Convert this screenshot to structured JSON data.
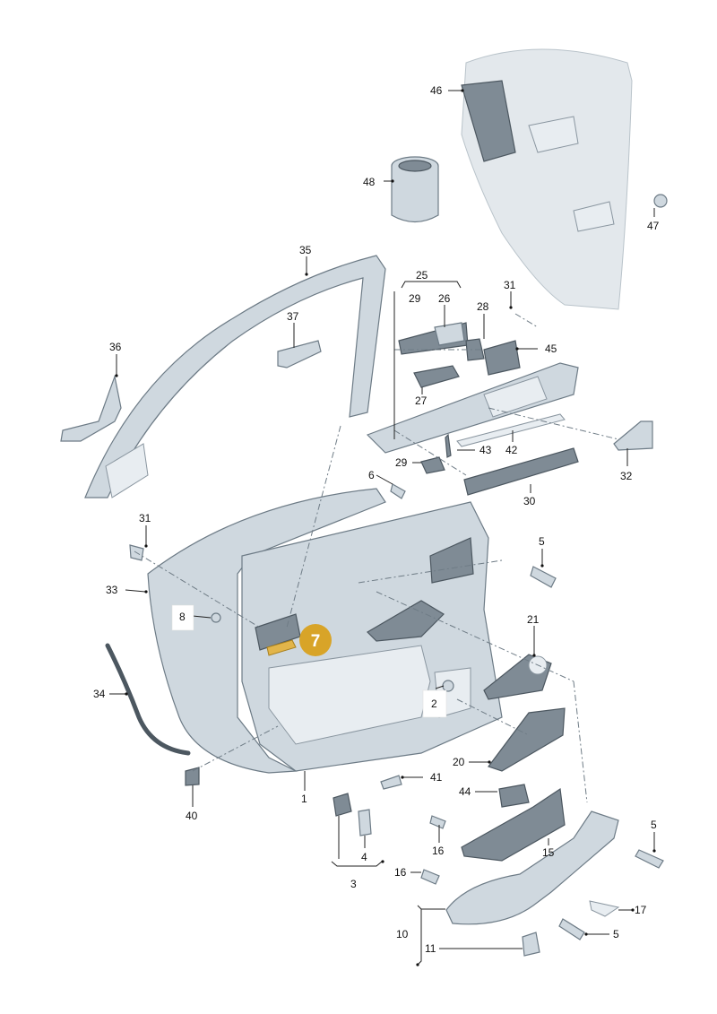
{
  "accent_color": "#d8a428",
  "highlighted_label": "7",
  "callouts": [
    {
      "id": "46"
    },
    {
      "id": "48"
    },
    {
      "id": "47"
    },
    {
      "id": "35"
    },
    {
      "id": "25"
    },
    {
      "id": "29"
    },
    {
      "id": "26"
    },
    {
      "id": "31"
    },
    {
      "id": "37"
    },
    {
      "id": "28"
    },
    {
      "id": "36"
    },
    {
      "id": "45"
    },
    {
      "id": "27"
    },
    {
      "id": "43"
    },
    {
      "id": "42"
    },
    {
      "id": "29b",
      "label": "29"
    },
    {
      "id": "32"
    },
    {
      "id": "30"
    },
    {
      "id": "6"
    },
    {
      "id": "31b",
      "label": "31"
    },
    {
      "id": "5"
    },
    {
      "id": "33"
    },
    {
      "id": "8"
    },
    {
      "id": "21"
    },
    {
      "id": "34"
    },
    {
      "id": "2"
    },
    {
      "id": "20"
    },
    {
      "id": "41"
    },
    {
      "id": "1"
    },
    {
      "id": "40"
    },
    {
      "id": "44"
    },
    {
      "id": "4"
    },
    {
      "id": "16"
    },
    {
      "id": "15"
    },
    {
      "id": "5b",
      "label": "5"
    },
    {
      "id": "3"
    },
    {
      "id": "16b",
      "label": "16"
    },
    {
      "id": "17"
    },
    {
      "id": "10"
    },
    {
      "id": "5c",
      "label": "5"
    },
    {
      "id": "11"
    }
  ]
}
